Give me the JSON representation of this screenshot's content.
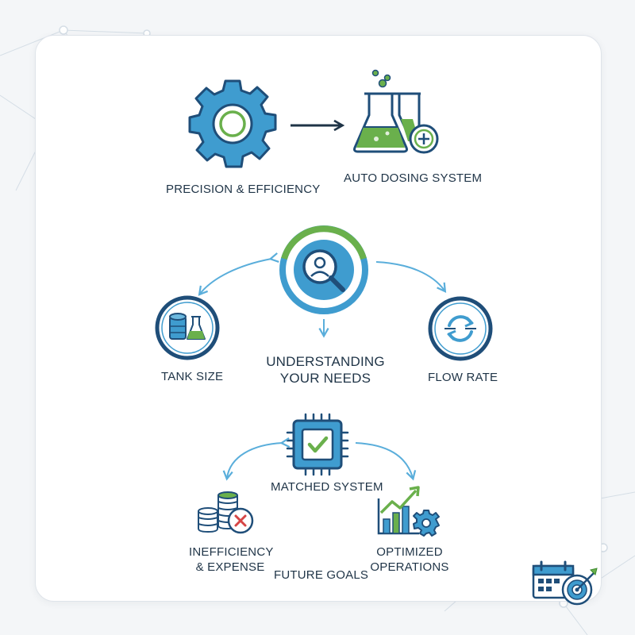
{
  "colors": {
    "navy": "#1f4e79",
    "blue": "#3f9ccf",
    "light_blue": "#6cb8de",
    "green": "#6ab04c",
    "dark_green": "#3c8a2e",
    "red": "#d64545",
    "text": "#1f3447"
  },
  "steps": {
    "precision": {
      "label": "PRECISION & EFFICIENCY",
      "icon": "gear-icon"
    },
    "auto_dosing": {
      "label": "AUTO DOSING SYSTEM",
      "icon": "lab-flasks-icon"
    },
    "understanding": {
      "line1": "UNDERSTANDING",
      "line2": "YOUR NEEDS",
      "icon": "search-person-icon"
    },
    "tank_size": {
      "label": "TANK SIZE",
      "icon": "tank-flask-icon"
    },
    "flow_rate": {
      "label": "FLOW RATE",
      "icon": "flow-arrows-icon"
    },
    "matched": {
      "label": "MATCHED SYSTEM",
      "icon": "chip-check-icon"
    },
    "inefficiency": {
      "line1": "INEFFICIENCY",
      "line2": "& EXPENSE",
      "icon": "coins-x-icon"
    },
    "optimized": {
      "line1": "OPTIMIZED",
      "line2": "OPERATIONS",
      "icon": "growth-chart-gear-icon"
    },
    "future": {
      "label": "FUTURE GOALS",
      "icon": "calendar-target-icon"
    }
  }
}
